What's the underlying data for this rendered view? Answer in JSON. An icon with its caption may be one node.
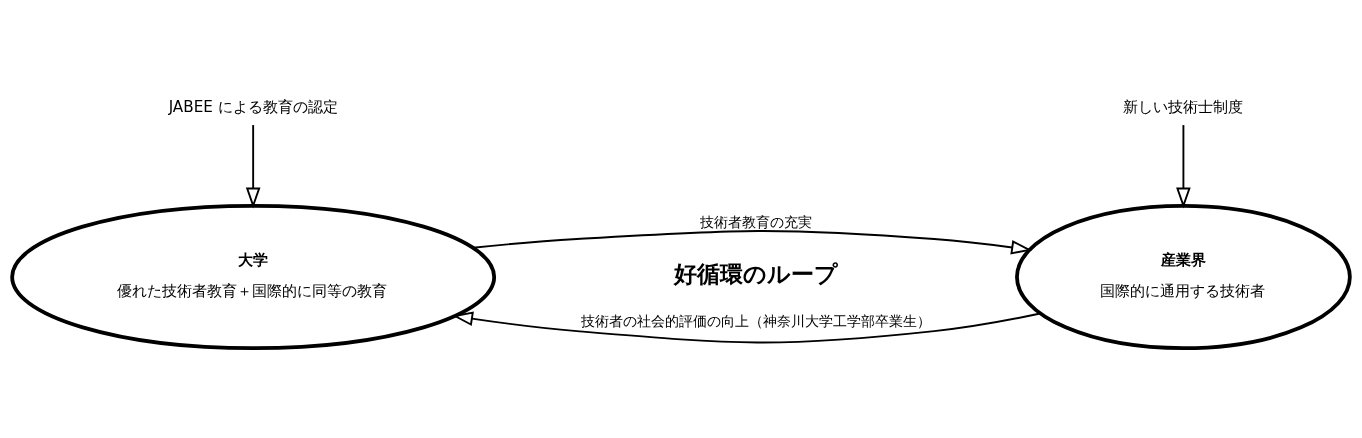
{
  "diagram": {
    "nodes": [
      {
        "text": [
          "大学",
          "優れた技術者教育＋国際的に同等の教育"
        ]
      },
      {
        "text": [
          "JABEE による教育の認定"
        ]
      },
      {
        "text": [
          "産業界",
          "国際的に通用する技術者"
        ]
      },
      {
        "text": [
          "新しい技術士制度"
        ]
      }
    ],
    "edges": [
      {
        "from": 1,
        "to": 0,
        "arrow": "to"
      },
      {
        "from": 0,
        "to": 2,
        "arrow": "to",
        "label": "技術者教育の充実"
      },
      {
        "from": 2,
        "to": 0,
        "arrow": "to",
        "label": "技術者の社会的評価の向上（神奈川大学工学部卒業生）"
      },
      {
        "from": 3,
        "to": 2,
        "arrow": "to"
      }
    ],
    "labels": [
      "好循環のループ"
    ]
  }
}
